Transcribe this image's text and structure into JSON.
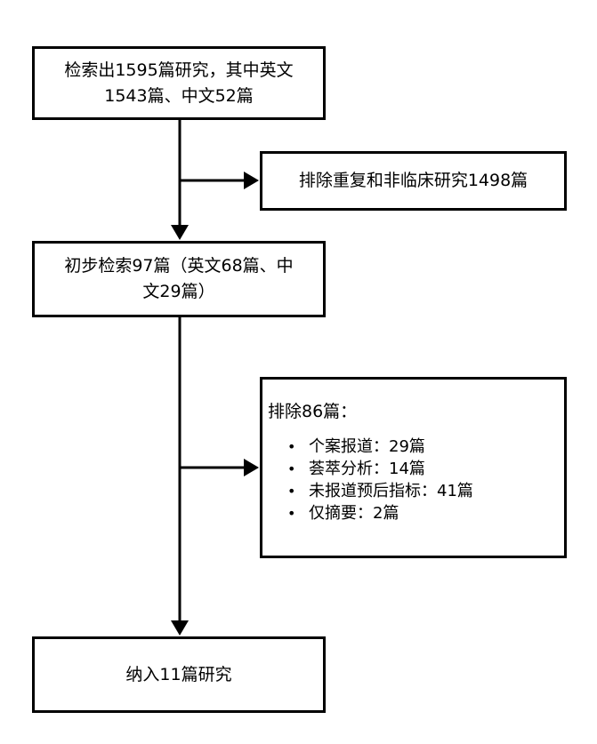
{
  "boxes": {
    "identified": {
      "line1": "检索出1595篇研究，其中英文",
      "line2": "1543篇、中文52篇"
    },
    "excluded_duplicates": {
      "text": "排除重复和非临床研究1498篇"
    },
    "preliminary": {
      "line1": "初步检索97篇（英文68篇、中",
      "line2": "文29篇）"
    },
    "excluded_reasons": {
      "heading": "排除86篇：",
      "bullet_symbol": "•",
      "items": [
        "个案报道：29篇",
        "荟萃分析：14篇",
        "未报道预后指标：41篇",
        "仅摘要：2篇"
      ]
    },
    "included": {
      "text": "纳入11篇研究"
    }
  },
  "colors": {
    "stroke": "#000000",
    "background": "#ffffff"
  }
}
